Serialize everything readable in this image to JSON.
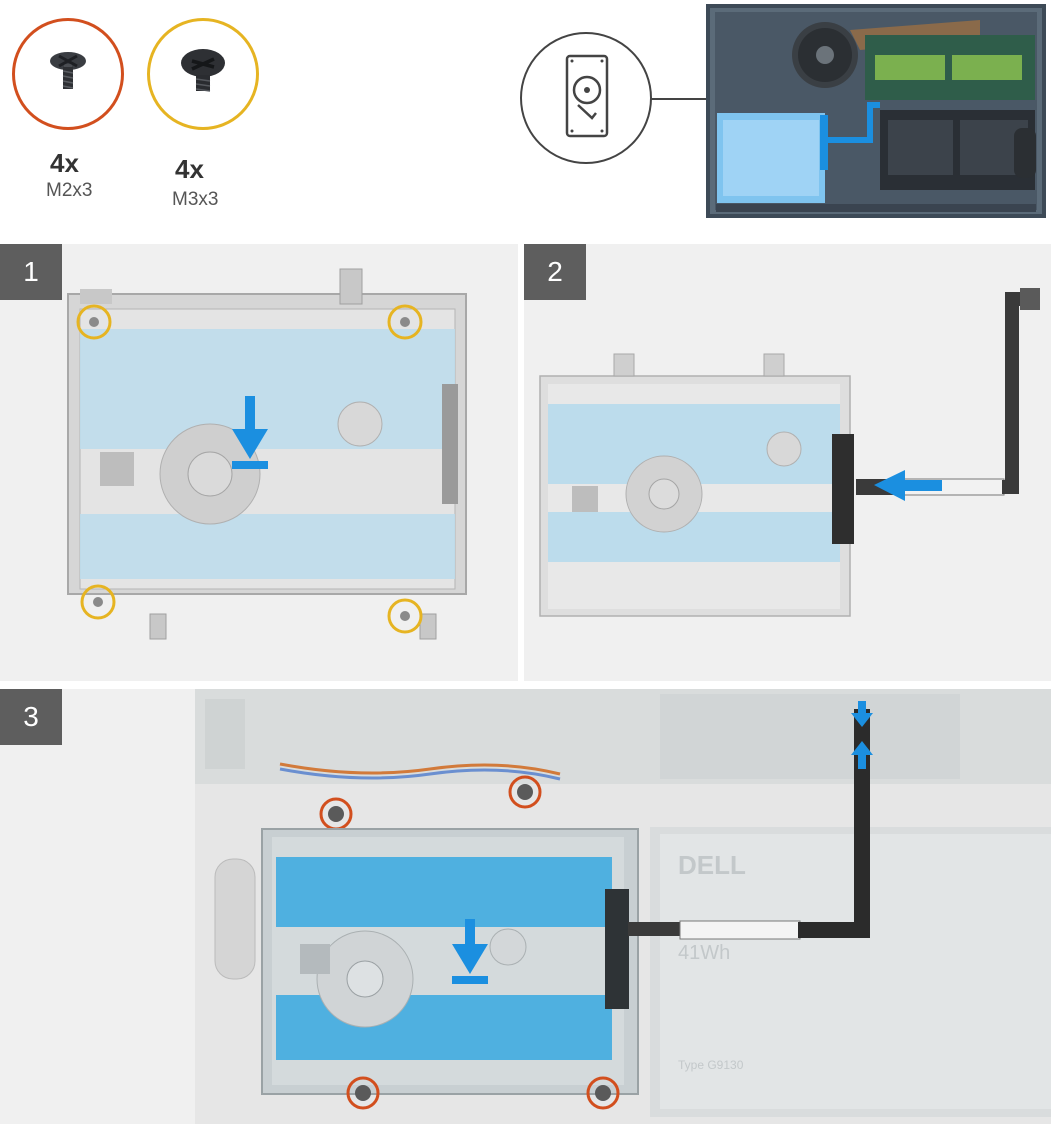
{
  "screws": [
    {
      "quantity": "4x",
      "size": "M2x3",
      "ring_color": "#d24f1e"
    },
    {
      "quantity": "4x",
      "size": "M3x3",
      "ring_color": "#e6b422"
    }
  ],
  "steps": [
    {
      "number": "1"
    },
    {
      "number": "2"
    },
    {
      "number": "3"
    }
  ],
  "colors": {
    "panel_bg": "#f0f0f0",
    "badge_bg": "#5e5e5e",
    "arrow_blue": "#1b8fe0",
    "tape_blue": "#b9d8ea",
    "highlight_blue": "#4db8ff"
  },
  "icons": {
    "hard_drive": "hard-drive-icon",
    "arrow": "down-arrow-icon"
  },
  "battery_labels": {
    "brand": "DELL",
    "capacity": "41Wh",
    "type": "Type G9130"
  }
}
